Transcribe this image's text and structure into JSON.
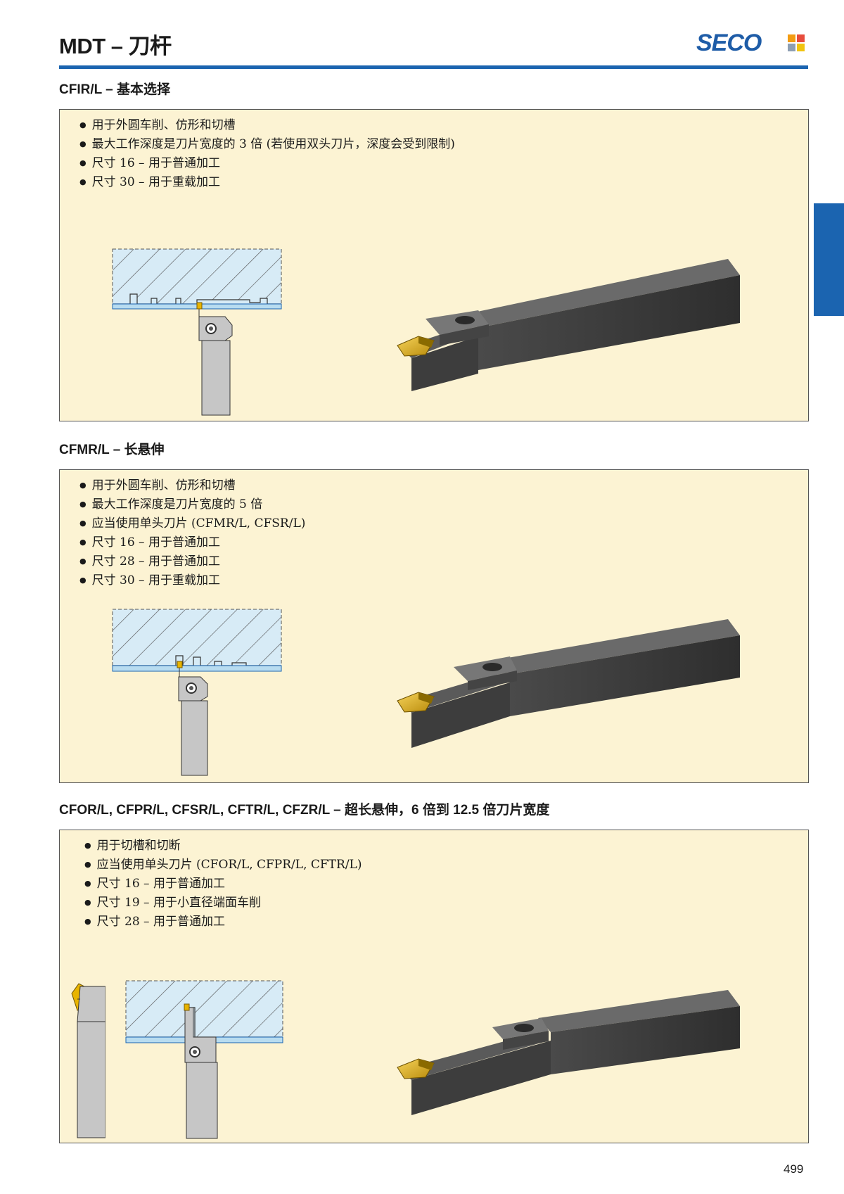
{
  "header": {
    "title": "MDT – 刀杆",
    "logo_text": "SECO"
  },
  "colors": {
    "accent_blue": "#1b64b0",
    "panel_bg": "#fcf3d3",
    "insert_yellow": "#e8b400"
  },
  "sections": [
    {
      "heading": "CFIR/L – 基本选择",
      "bullets": [
        "用于外圆车削、仿形和切槽",
        "最大工作深度是刀片宽度的 3 倍 (若使用双头刀片，深度会受到限制)",
        "尺寸 16 – 用于普通加工",
        "尺寸 30 – 用于重载加工"
      ]
    },
    {
      "heading": "CFMR/L – 长悬伸",
      "bullets": [
        "用于外圆车削、仿形和切槽",
        "最大工作深度是刀片宽度的 5 倍",
        "应当使用单头刀片 (CFMR/L, CFSR/L)",
        "尺寸 16 – 用于普通加工",
        "尺寸 28 – 用于普通加工",
        "尺寸 30 – 用于重载加工"
      ]
    },
    {
      "heading": "CFOR/L, CFPR/L, CFSR/L, CFTR/L, CFZR/L – 超长悬伸，6 倍到 12.5 倍刀片宽度",
      "bullets": [
        "用于切槽和切断",
        "应当使用单头刀片 (CFOR/L, CFPR/L, CFTR/L)",
        "尺寸 16 – 用于普通加工",
        "尺寸 19 – 用于小直径端面车削",
        "尺寸 28 – 用于普通加工"
      ]
    }
  ],
  "page_number": "499"
}
